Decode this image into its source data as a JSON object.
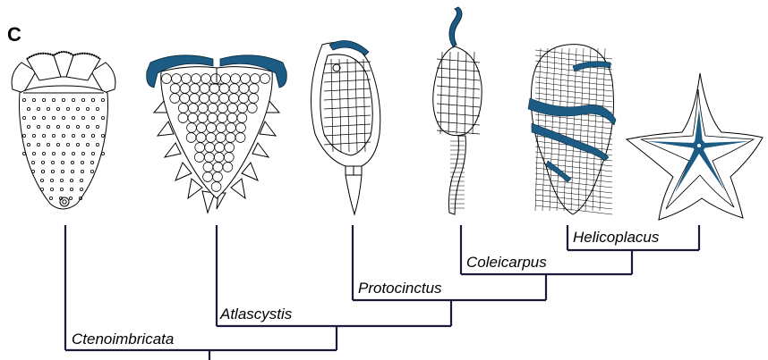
{
  "figure": {
    "panel_label": "C",
    "accent_color": "#1c5c84",
    "line_color": "#000000"
  },
  "tree": {
    "taxa": [
      {
        "id": "ctenoimbricata",
        "label": "Ctenoimbricata"
      },
      {
        "id": "atlascystis",
        "label": "Atlascystis"
      },
      {
        "id": "protocinctus",
        "label": "Protocinctus"
      },
      {
        "id": "coleicarpus",
        "label": "Coleicarpus"
      },
      {
        "id": "helicoplacus",
        "label": "Helicoplacus"
      }
    ],
    "terminal_illustrations": [
      "ctenoimbricata-illustration",
      "atlascystis-illustration",
      "protocinctus-illustration",
      "coleicarpus-illustration",
      "helicoplacus-illustration",
      "starfish-illustration"
    ]
  }
}
